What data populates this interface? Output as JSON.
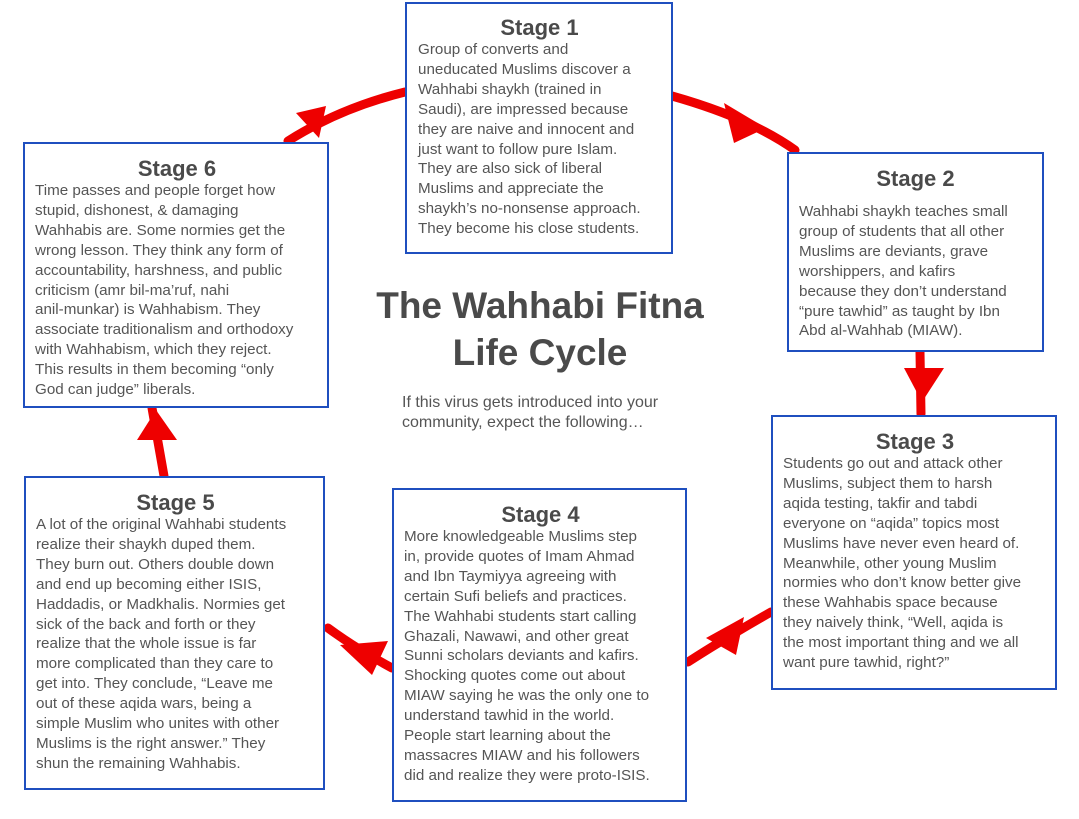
{
  "title_line1": "The Wahhabi Fitna",
  "title_line2": "Life Cycle",
  "subtitle": "If this virus gets introduced into your community, expect the following…",
  "colors": {
    "box_border": "#1f4fbf",
    "arrow": "#ee0000",
    "text": "#4a4a4a"
  },
  "stages": [
    {
      "heading": "Stage 1",
      "lines": [
        "Group of converts and",
        "uneducated Muslims discover a",
        "Wahhabi shaykh (trained in",
        "Saudi), are impressed because",
        "they are naive and innocent and",
        "just want to follow pure Islam.",
        "They are also sick of liberal",
        "Muslims and appreciate the",
        "shaykh’s no-nonsense approach.",
        "They become his close students."
      ]
    },
    {
      "heading": "Stage 2",
      "lines": [
        "Wahhabi shaykh teaches small",
        "group of students that all other",
        "Muslims are deviants, grave",
        "worshippers, and kafirs",
        "because they don’t understand",
        "“pure tawhid” as taught by Ibn",
        "Abd al-Wahhab (MIAW)."
      ]
    },
    {
      "heading": "Stage 3",
      "lines": [
        "Students go out and attack other",
        "Muslims, subject them to harsh",
        "aqida testing, takfir and tabdi",
        "everyone on “aqida” topics most",
        "Muslims have never even heard of.",
        "Meanwhile, other young Muslim",
        "normies who don’t know better give",
        "these Wahhabis space because",
        "they naively think, “Well, aqida is",
        "the most important thing and we all",
        "want pure tawhid, right?”"
      ]
    },
    {
      "heading": "Stage 4",
      "lines": [
        "More knowledgeable Muslims step",
        "in, provide quotes of Imam Ahmad",
        "and Ibn Taymiyya agreeing with",
        "certain Sufi beliefs and practices.",
        "The Wahhabi students start calling",
        "Ghazali, Nawawi, and other great",
        "Sunni scholars deviants and kafirs.",
        "Shocking quotes come out about",
        "MIAW saying he was the only one to",
        "understand tawhid in the world.",
        "People start learning about the",
        "massacres MIAW and his followers",
        "did and realize they were proto-ISIS."
      ]
    },
    {
      "heading": "Stage 5",
      "lines": [
        "A lot of the original Wahhabi students",
        "realize their shaykh duped them.",
        "They burn out. Others double down",
        "and end up becoming either ISIS,",
        "Haddadis, or Madkhalis. Normies get",
        "sick of the back and forth or they",
        "realize that the whole issue is far",
        "more complicated than they care to",
        "get into. They conclude, “Leave me",
        "out of these aqida wars, being a",
        "simple Muslim who unites with other",
        "Muslims is the right answer.” They",
        "shun the remaining Wahhabis."
      ]
    },
    {
      "heading": "Stage 6",
      "lines": [
        "Time passes and people forget how",
        "stupid, dishonest, & damaging",
        "Wahhabis are. Some normies get the",
        "wrong lesson. They think any form of",
        "accountability, harshness, and public",
        "criticism (amr bil-ma’ruf, nahi",
        "anil-munkar) is Wahhabism. They",
        "associate traditionalism and orthodoxy",
        "with Wahhabism, which they reject.",
        "This results in them becoming “only",
        "God can judge” liberals."
      ]
    }
  ]
}
